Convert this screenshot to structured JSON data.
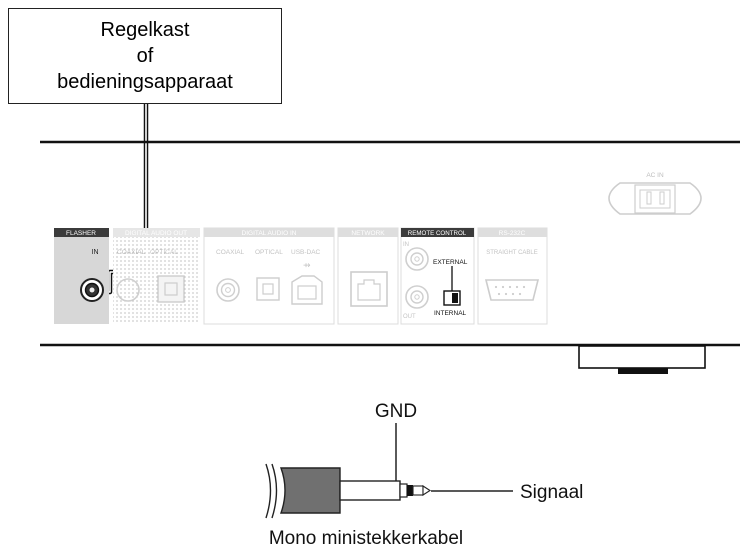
{
  "controller_box": {
    "line1": "Regelkast",
    "line2": "of",
    "line3": "bedieningsapparaat"
  },
  "panel": {
    "flasher": {
      "header": "FLASHER",
      "in_label": "IN"
    },
    "digital_audio_out": {
      "header": "DIGITAL AUDIO OUT",
      "coaxial_label": "COAXIAL",
      "optical_label": "OPTICAL"
    },
    "digital_audio_in": {
      "header": "DIGITAL AUDIO IN",
      "coaxial_label": "COAXIAL",
      "optical_label": "OPTICAL",
      "usb_label": "USB-DAC"
    },
    "network": {
      "header": "NETWORK"
    },
    "remote_control": {
      "header": "REMOTE CONTROL",
      "in_label": "IN",
      "out_label": "OUT",
      "external_label": "EXTERNAL",
      "internal_label": "INTERNAL"
    },
    "rs232c": {
      "header": "RS-232C",
      "sub_label": "STRAIGHT CABLE"
    },
    "ac_in": {
      "label": "AC IN"
    }
  },
  "plug": {
    "gnd_label": "GND",
    "signal_label": "Signaal",
    "caption": "Mono ministekkerkabel"
  }
}
